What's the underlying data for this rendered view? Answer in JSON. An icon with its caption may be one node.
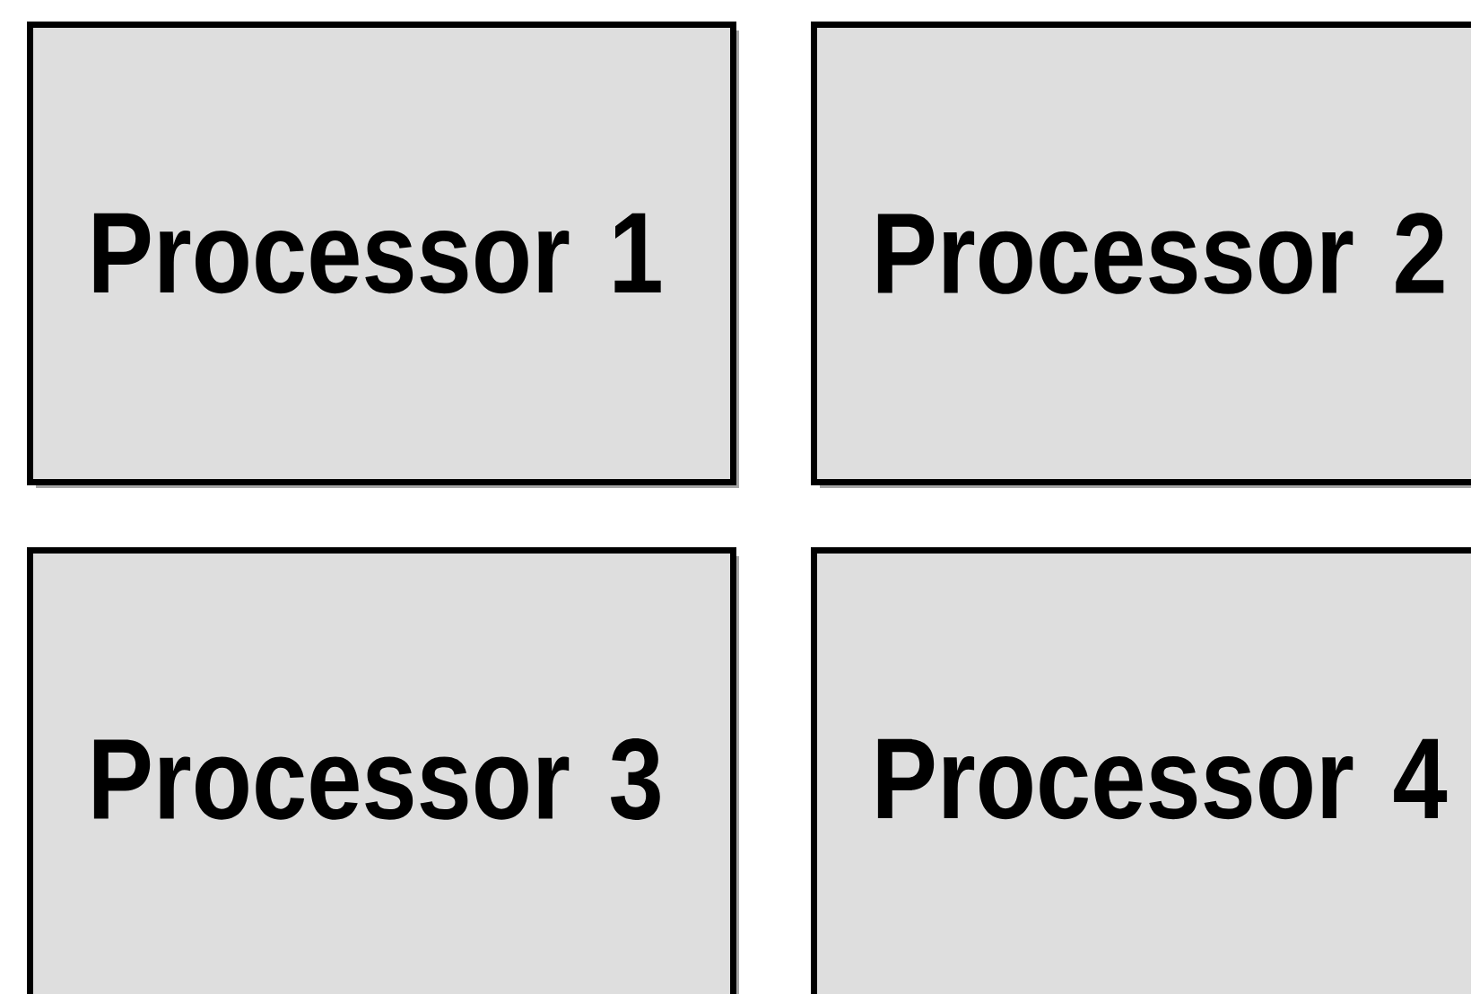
{
  "diagram": {
    "nodes": [
      {
        "text": [
          "Processor 1"
        ]
      },
      {
        "text": [
          "Processor 2"
        ]
      },
      {
        "text": [
          "Processor 3"
        ]
      },
      {
        "text": [
          "Processor 4"
        ]
      }
    ]
  }
}
